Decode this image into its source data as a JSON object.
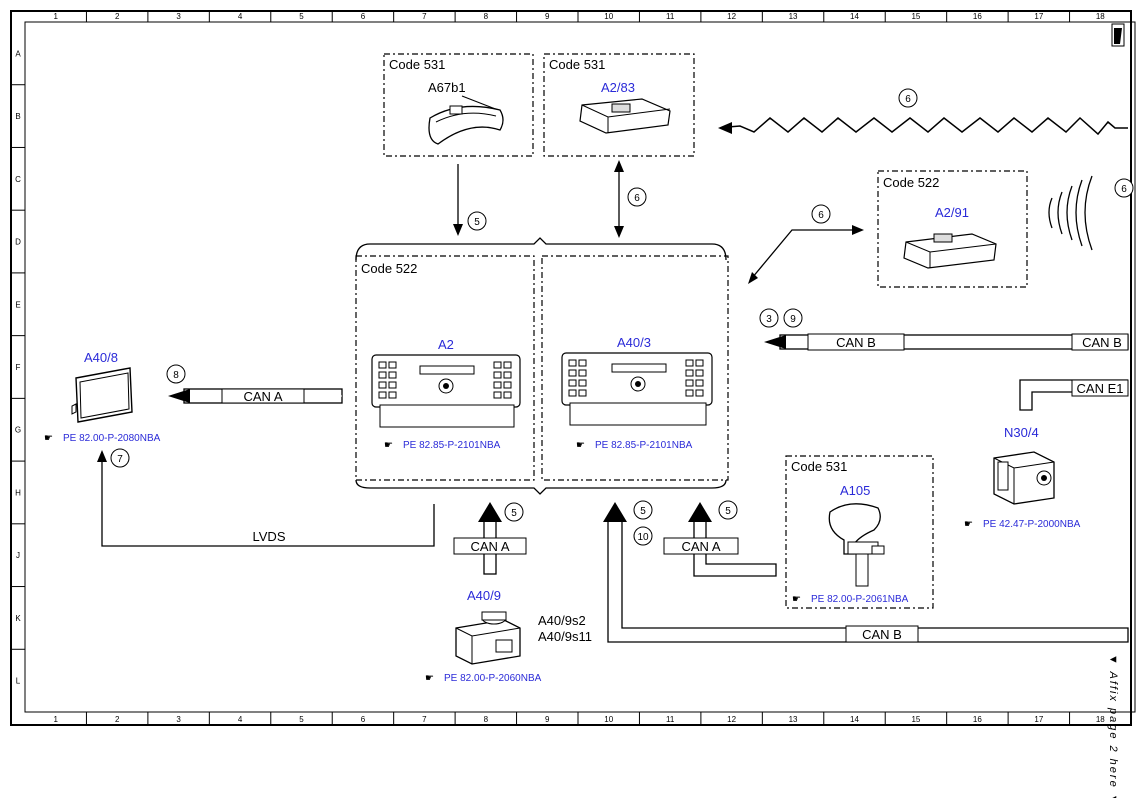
{
  "grid": {
    "cols": [
      "1",
      "2",
      "3",
      "4",
      "5",
      "6",
      "7",
      "8",
      "9",
      "10",
      "11",
      "12",
      "13",
      "14",
      "15",
      "16",
      "17",
      "18"
    ],
    "rows": [
      "A",
      "B",
      "C",
      "D",
      "E",
      "F",
      "G",
      "H",
      "J",
      "K",
      "L"
    ]
  },
  "boxes": {
    "code531_left": "Code 531",
    "code531_mid": "Code 531",
    "code522_a291": "Code 522",
    "code522_main": "Code 522",
    "code531_a105": "Code 531"
  },
  "components": {
    "a67b1": "A67b1",
    "a283": "A2/83",
    "a291": "A2/91",
    "a2": "A2",
    "a403": "A40/3",
    "a408": "A40/8",
    "a409": "A40/9",
    "a409s2": "A40/9s2",
    "a409s11": "A40/9s11",
    "a105": "A105",
    "n304": "N30/4"
  },
  "refs": {
    "a408": "PE 82.00-P-2080NBA",
    "a2": "PE 82.85-P-2101NBA",
    "a403": "PE 82.85-P-2101NBA",
    "a409": "PE 82.00-P-2060NBA",
    "a105": "PE 82.00-P-2061NBA",
    "n304": "PE 42.47-P-2000NBA"
  },
  "buses": {
    "can_a_left": "CAN A",
    "can_b_mid": "CAN B",
    "can_b_right": "CAN B",
    "can_e1": "CAN E1",
    "lvds": "LVDS",
    "can_a_a409": "CAN A",
    "can_a_a105": "CAN A",
    "can_b_bottom": "CAN B"
  },
  "markers": {
    "m6_top": "6",
    "m6_right": "6",
    "m5_a67": "5",
    "m6_a283": "6",
    "m6_a291": "6",
    "m3": "3",
    "m9": "9",
    "m8": "8",
    "m7": "7",
    "m5_a409": "5",
    "m5_mid": "5",
    "m10": "10",
    "m5_a105": "5"
  },
  "side_note": "▼ Affix page 2 here ▼",
  "colors": {
    "component_label": "#2a2ad8",
    "line": "#000000"
  }
}
